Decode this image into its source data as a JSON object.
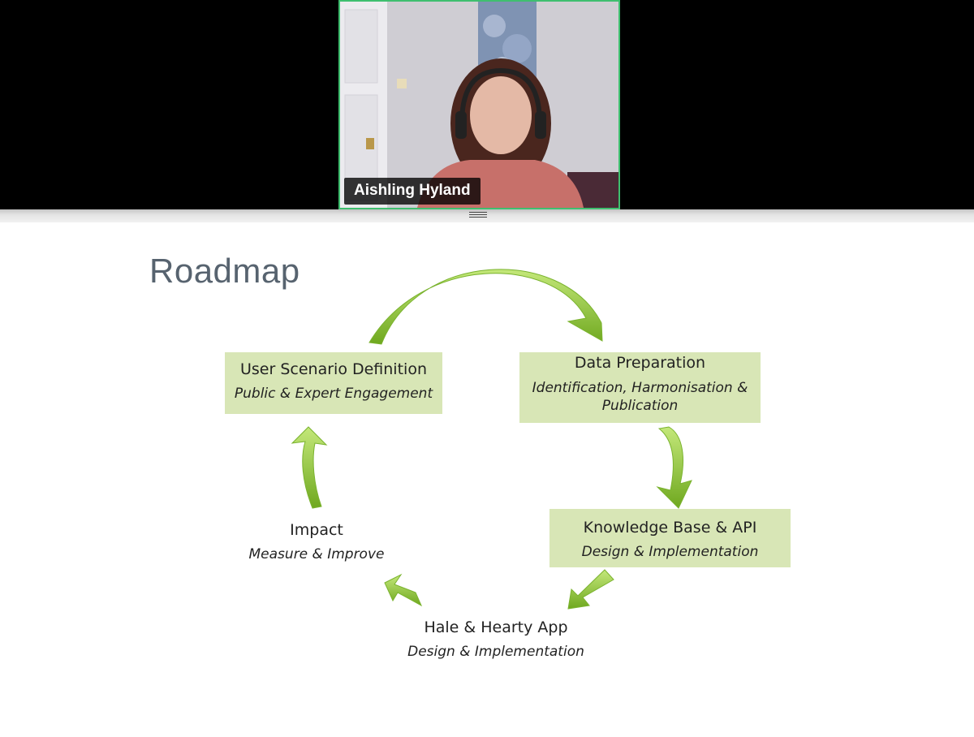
{
  "video": {
    "participant_name": "Aishling Hyland",
    "active_speaker_border": "#3fbf6f"
  },
  "slide": {
    "title": "Roadmap",
    "accent": "#8ec63f",
    "box_fill": "#d8e6b6",
    "nodes": [
      {
        "title": "User Scenario Definition",
        "subtitle": "Public & Expert Engagement"
      },
      {
        "title": "Data Preparation",
        "subtitle": "Identification, Harmonisation & Publication"
      },
      {
        "title": "Knowledge Base & API",
        "subtitle": "Design & Implementation"
      },
      {
        "title": "Hale & Hearty App",
        "subtitle": "Design & Implementation"
      },
      {
        "title": "Impact",
        "subtitle": "Measure & Improve"
      }
    ]
  }
}
